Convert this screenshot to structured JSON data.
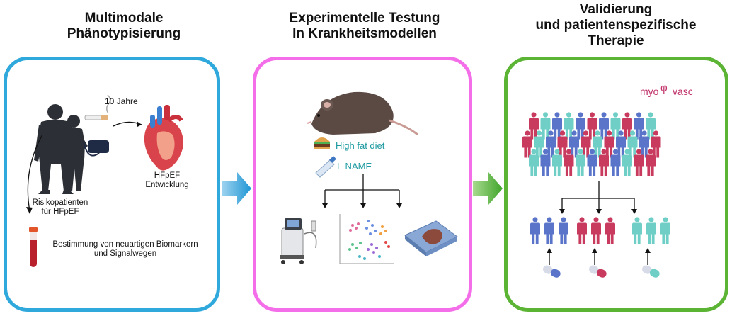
{
  "stages": [
    {
      "title_line1": "Multimodale",
      "title_line2": "Phänotypisierung",
      "border_color": "#2fa8dc"
    },
    {
      "title_line1": "Experimentelle Testung",
      "title_line2": "In Krankheitsmodellen",
      "border_color": "#f36ee8"
    },
    {
      "title_line1": "Validierung",
      "title_line2": "und patientenspezifische",
      "title_line3": "Therapie",
      "border_color": "#5cb435"
    }
  ],
  "panel1": {
    "smoking_label": "10 Jahre",
    "heart_label_line1": "HFpEF",
    "heart_label_line2": "Entwicklung",
    "patients_label_line1": "Risikopatienten",
    "patients_label_line2": "für HFpEF",
    "biomarker_label_line1": "Bestimmung von neuartigen Biomarkern",
    "biomarker_label_line2": "und Signalwegen"
  },
  "panel2": {
    "diet_label": "High fat diet",
    "drug_label": "L-NAME",
    "outputs": [
      "echocardiography-icon",
      "tsne-cluster-plot-icon",
      "tissue-section-icon"
    ]
  },
  "panel3": {
    "logo_text_left": "myo",
    "logo_text_right": "vasc",
    "groups": [
      {
        "color": "#5a74c9"
      },
      {
        "color": "#c93b5e"
      },
      {
        "color": "#6fcfc6"
      }
    ]
  },
  "arrows": {
    "color_1": "#2aa0d8",
    "color_2": "#4fae2a"
  }
}
